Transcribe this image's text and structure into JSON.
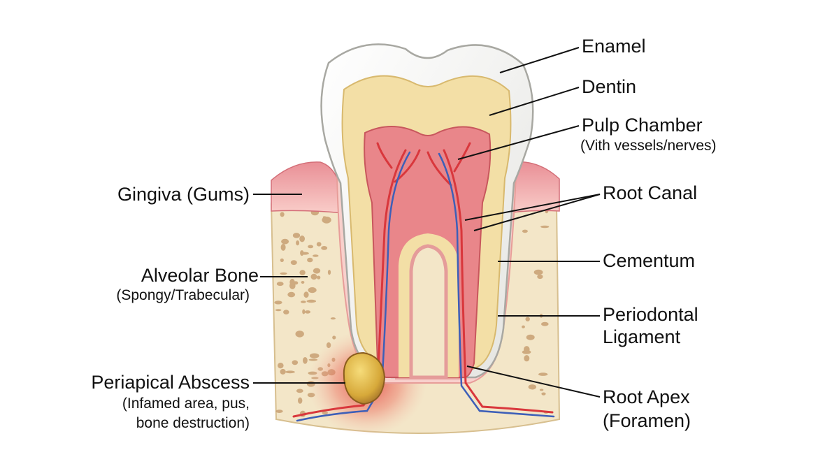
{
  "labels": {
    "enamel": "Enamel",
    "dentin": "Dentin",
    "pulp_chamber": "Pulp Chamber",
    "pulp_chamber_note": "(Vith vessels/nerves)",
    "root_canal": "Root Canal",
    "cementum": "Cementum",
    "periodontal_line1": "Periodontal",
    "periodontal_line2": "Ligament",
    "root_apex": "Root Apex",
    "root_apex_note": "(Foramen)",
    "gingiva": "Gingiva (Gums)",
    "alveolar_bone": "Alveolar Bone",
    "alveolar_bone_note": "(Spongy/Trabecular)",
    "abscess": "Periapical Abscess",
    "abscess_note_line1": "(Infamed area, pus,",
    "abscess_note_line2": "bone destruction)"
  },
  "colors": {
    "enamel": "#f4f4f2",
    "dentin": "#f3dfa6",
    "pulp": "#e9868a",
    "gingiva": "#f2a9ad",
    "bone": "#f3e6c8",
    "bone_pore": "#c8a073",
    "artery": "#d9373c",
    "vein": "#3d5fb8",
    "abscess": "#d9b13a",
    "inflammation": "#e4473f"
  }
}
